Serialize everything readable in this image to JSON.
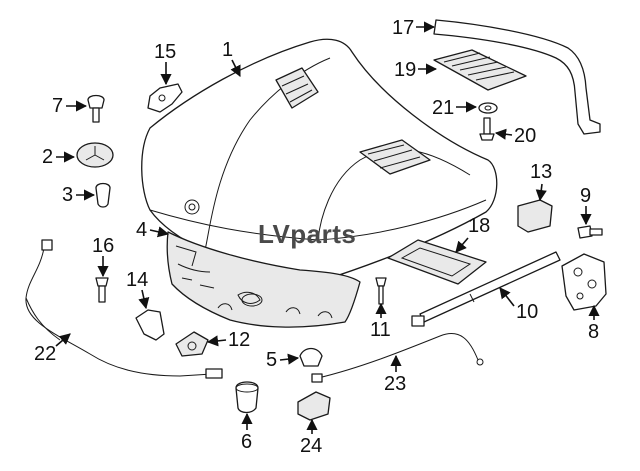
{
  "watermark": {
    "prefix": "LV",
    "text": "parts"
  },
  "callouts": [
    "1",
    "2",
    "3",
    "4",
    "5",
    "6",
    "7",
    "8",
    "9",
    "10",
    "11",
    "12",
    "13",
    "14",
    "15",
    "16",
    "17",
    "18",
    "19",
    "20",
    "21",
    "22",
    "23",
    "24"
  ]
}
